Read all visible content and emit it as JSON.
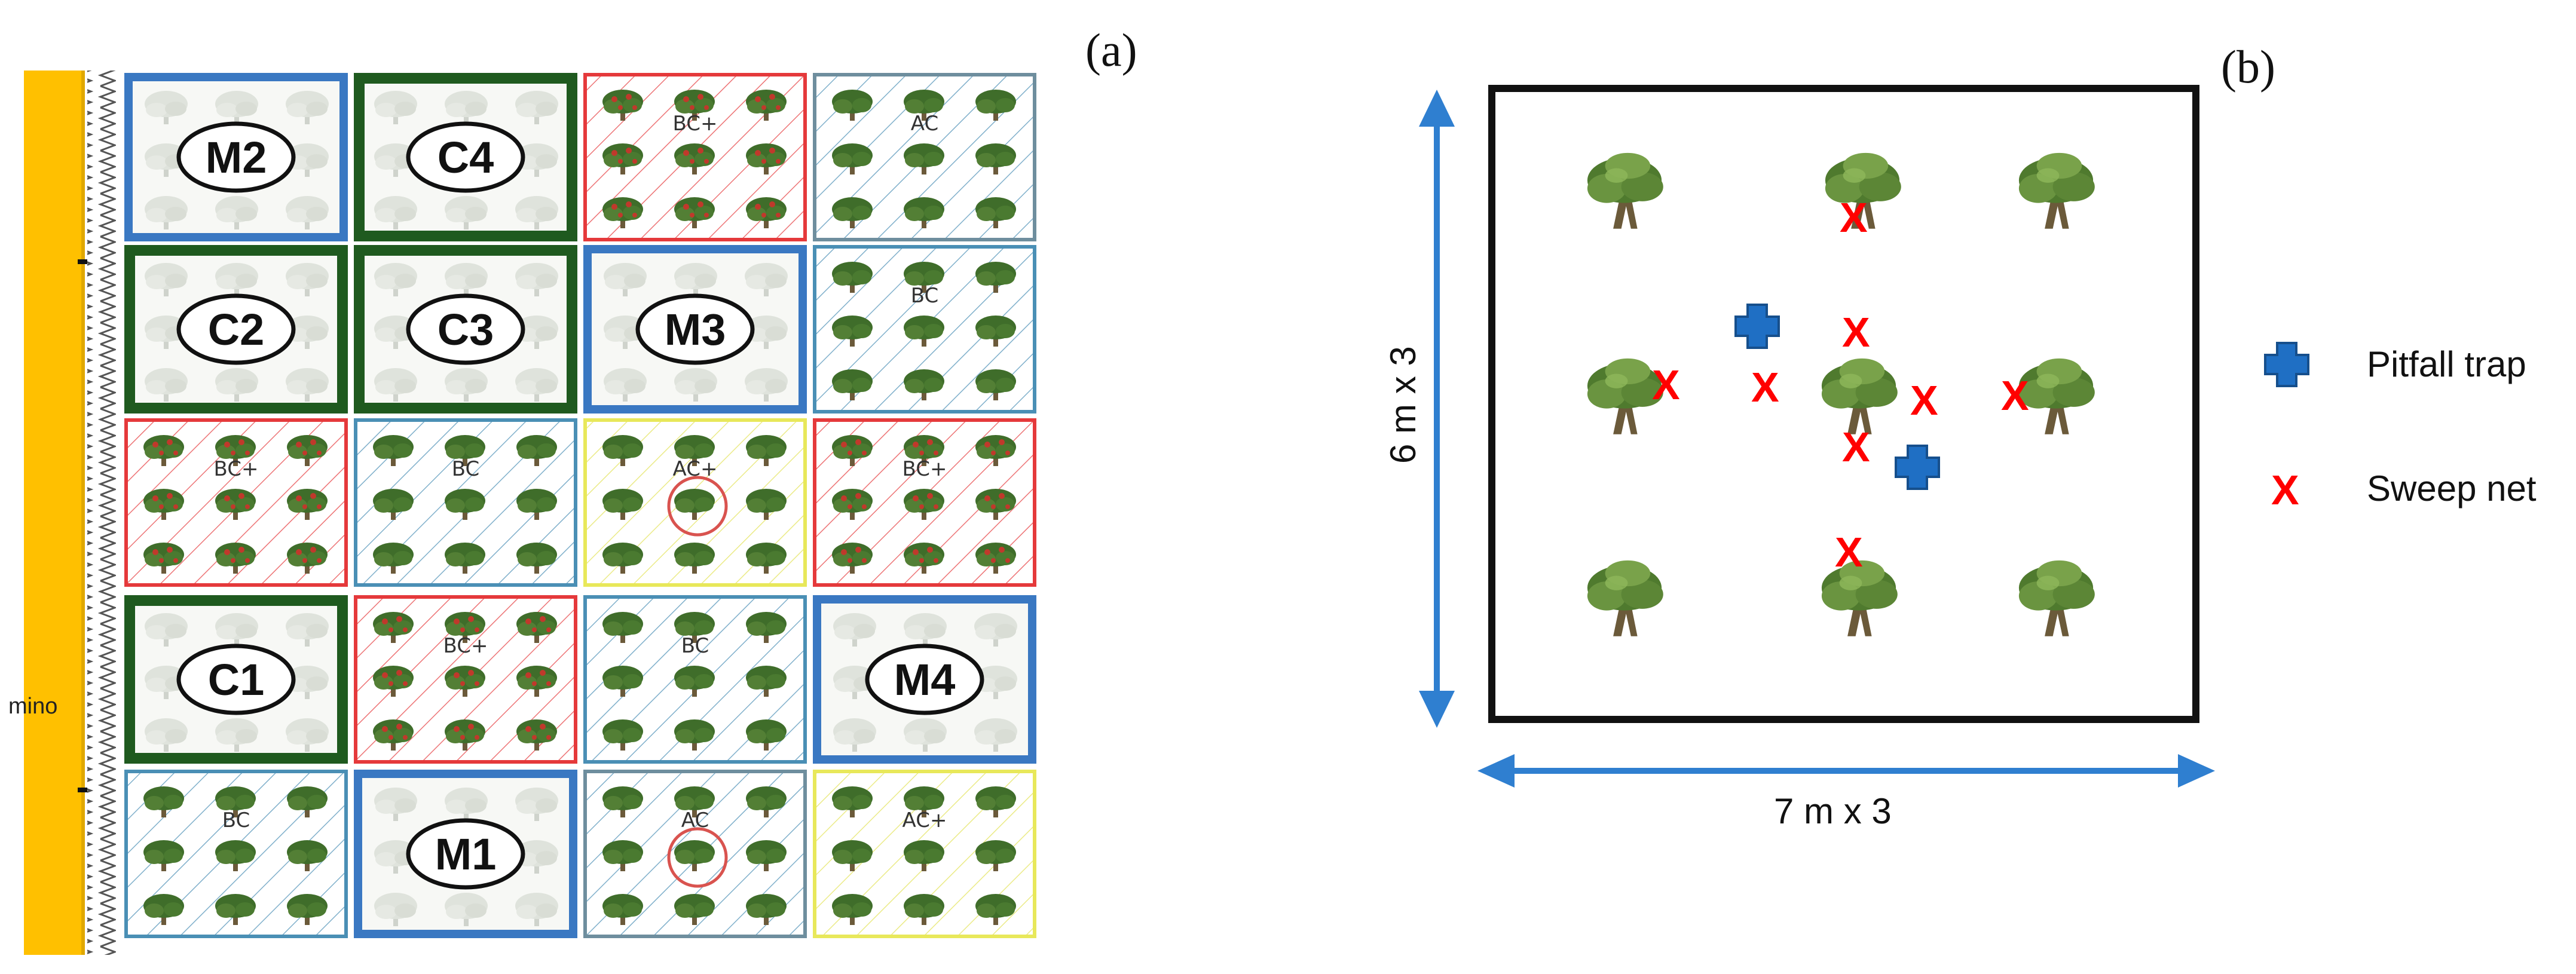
{
  "panel_a": {
    "letter": "(a)",
    "road_label": "mino",
    "grid": [
      [
        {
          "label": "M2",
          "kind": "M"
        },
        {
          "label": "C4",
          "kind": "C"
        },
        {
          "label": "BC+",
          "kind": "BC+"
        },
        {
          "label": "AC",
          "kind": "AC"
        }
      ],
      [
        {
          "label": "C2",
          "kind": "C"
        },
        {
          "label": "C3",
          "kind": "C"
        },
        {
          "label": "M3",
          "kind": "M"
        },
        {
          "label": "BC",
          "kind": "BC"
        }
      ],
      [
        {
          "label": "BC+",
          "kind": "BC+"
        },
        {
          "label": "BC",
          "kind": "BC"
        },
        {
          "label": "AC+",
          "kind": "AC+",
          "circled": true
        },
        {
          "label": "BC+",
          "kind": "BC+"
        }
      ],
      [
        {
          "label": "C1",
          "kind": "C"
        },
        {
          "label": "BC+",
          "kind": "BC+"
        },
        {
          "label": "BC",
          "kind": "BC"
        },
        {
          "label": "M4",
          "kind": "M"
        }
      ],
      [
        {
          "label": "BC",
          "kind": "BC"
        },
        {
          "label": "M1",
          "kind": "M"
        },
        {
          "label": "AC",
          "kind": "AC",
          "circled": true
        },
        {
          "label": "AC+",
          "kind": "AC+"
        }
      ]
    ]
  },
  "panel_b": {
    "letter": "(b)",
    "height_label": "6 m x 3",
    "width_label": "7 m x 3",
    "legend": [
      {
        "symbol": "pitfall-trap",
        "label": "Pitfall trap"
      },
      {
        "symbol": "sweep-net",
        "label": "Sweep net"
      }
    ],
    "sweep_mark": "X"
  },
  "colors": {
    "road": "#FFC000",
    "M_border": "#3A78C2",
    "C_border": "#1F5A1F",
    "BC_plus": "#E5393B",
    "BC": "#4A8FB5",
    "AC": "#6E8E9E",
    "AC_plus": "#E8E85A",
    "arrow": "#2F7FD0",
    "trap": "#1F6FC4"
  }
}
